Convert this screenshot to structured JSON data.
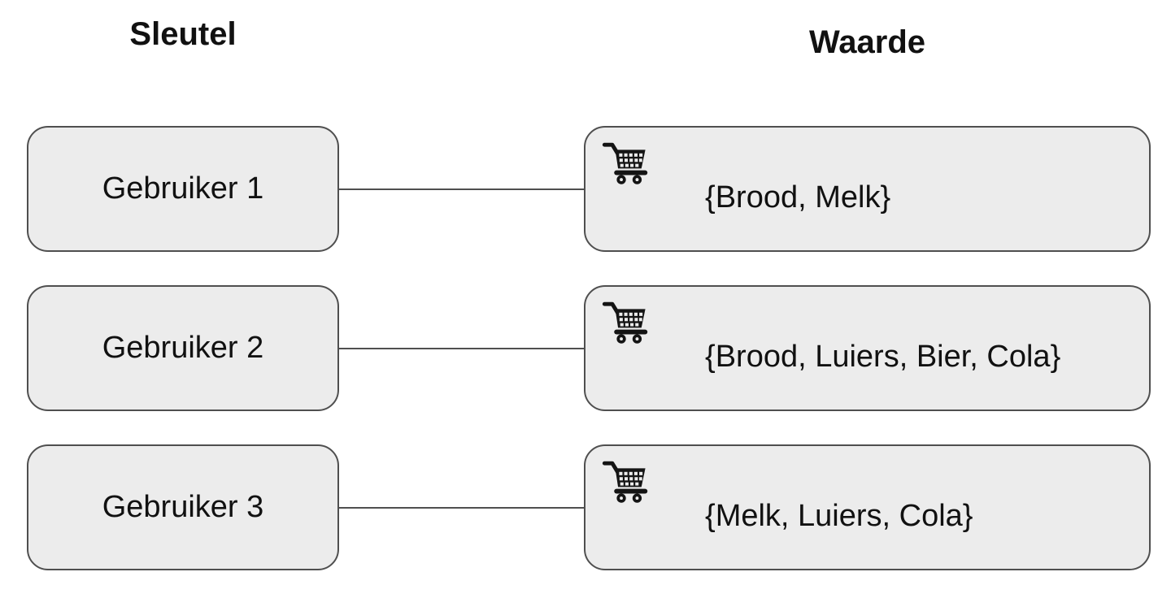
{
  "headers": {
    "key": "Sleutel",
    "value": "Waarde"
  },
  "rows": [
    {
      "key": "Gebruiker 1",
      "value": "{Brood, Melk}",
      "icon": "shopping-cart"
    },
    {
      "key": "Gebruiker 2",
      "value": "{Brood, Luiers, Bier, Cola}",
      "icon": "shopping-cart"
    },
    {
      "key": "Gebruiker 3",
      "value": "{Melk, Luiers, Cola}",
      "icon": "shopping-cart"
    }
  ],
  "colors": {
    "background": "#ffffff",
    "box_fill": "#ececec",
    "box_border": "#4f4f4f",
    "connector": "#4f4f4f",
    "text": "#111111",
    "icon": "#141414"
  }
}
